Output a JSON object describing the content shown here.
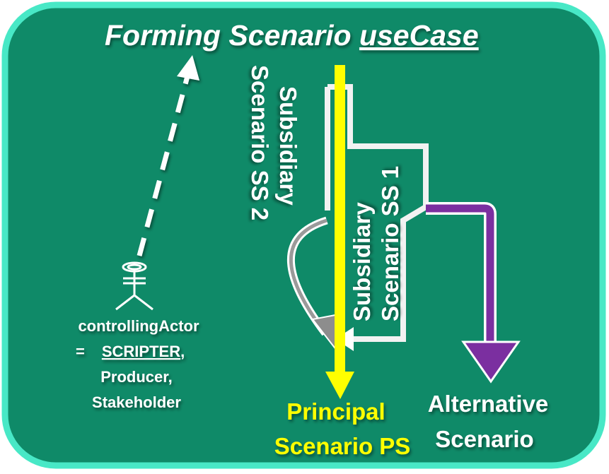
{
  "title": {
    "prefix": "Forming Scenario ",
    "underlined": "useCase"
  },
  "labels": {
    "ss2_line1": "Subsidiary",
    "ss2_line2": "Scenario SS 2",
    "ss1_line1": "Subsidiary",
    "ss1_line2": "Scenario SS 1",
    "principal_line1": "Principal",
    "principal_line2": "Scenario PS",
    "alternative_line1": "Alternative",
    "alternative_line2": "Scenario"
  },
  "actor": {
    "name": "controllingActor",
    "equals": "=",
    "role_primary": "SCRIPTER",
    "comma": ",",
    "role_secondary": "Producer,",
    "role_tertiary": "Stakeholder"
  },
  "colors": {
    "background": "#0f8a68",
    "border": "#48e8c6",
    "principal": "#ffff00",
    "alternative": "#7b2fa0",
    "subsidiary": "#f2f2f2"
  }
}
